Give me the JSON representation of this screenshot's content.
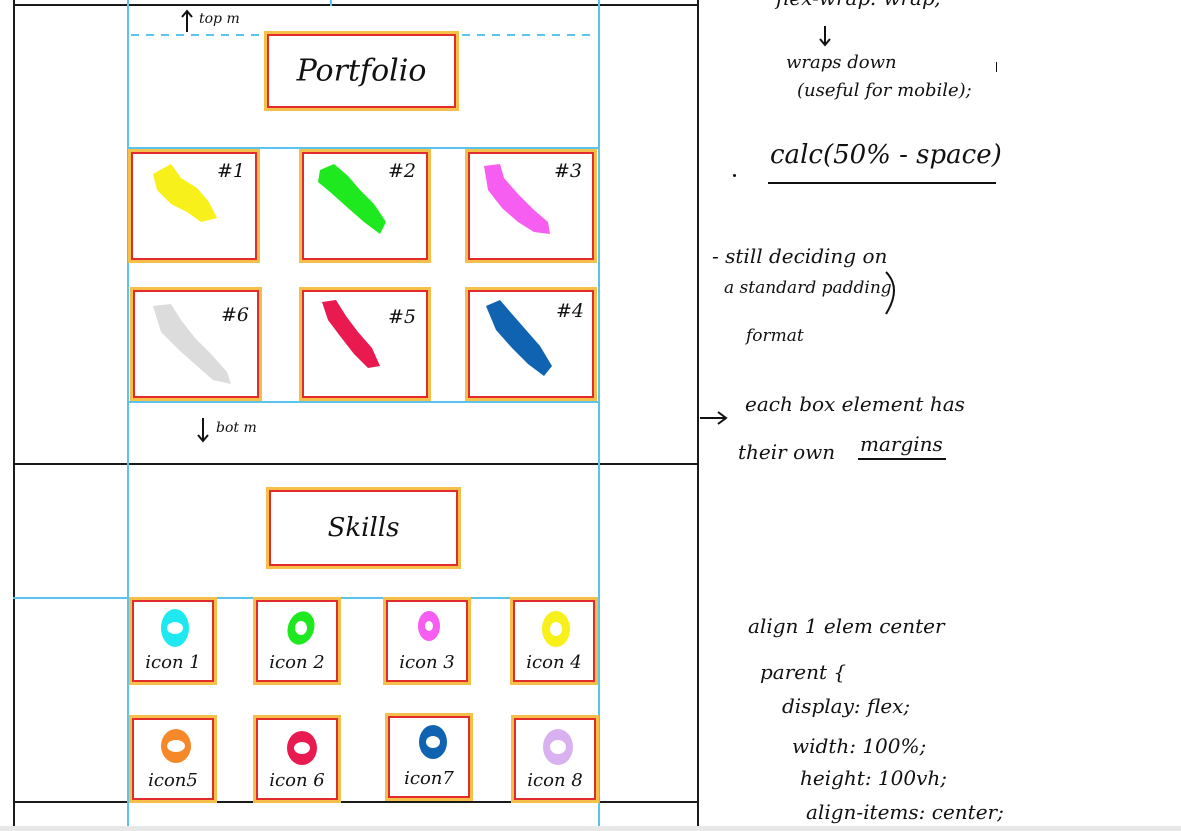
{
  "wireframe": {
    "top_margin_label": "top m",
    "bottom_margin_label": "bot m",
    "portfolio_title": "Portfolio",
    "skills_title": "Skills",
    "portfolio_items": [
      {
        "tag": "#1",
        "color": "#f7f01a"
      },
      {
        "tag": "#2",
        "color": "#1ee81e"
      },
      {
        "tag": "#3",
        "color": "#f55ef0"
      },
      {
        "tag": "#6",
        "color": "#dcdcdc"
      },
      {
        "tag": "#5",
        "color": "#e81a50"
      },
      {
        "tag": "#4",
        "color": "#0f63b0"
      }
    ],
    "skill_icons": [
      {
        "label": "icon 1",
        "color": "#1ee8f0"
      },
      {
        "label": "icon 2",
        "color": "#1ee81e"
      },
      {
        "label": "icon 3",
        "color": "#f55ef0"
      },
      {
        "label": "icon 4",
        "color": "#f7f01a"
      },
      {
        "label": "icon5",
        "color": "#f5892a"
      },
      {
        "label": "icon 6",
        "color": "#e81a50"
      },
      {
        "label": "icon7",
        "color": "#0f63b0"
      },
      {
        "label": "icon 8",
        "color": "#d9b0f0"
      }
    ]
  },
  "notes": {
    "flex_wrap": "flex-wrap: wrap;",
    "wraps_down": "wraps down",
    "useful_mobile": "(useful for mobile);",
    "calc": "calc(50% - space)",
    "padding_1": "- still deciding on",
    "padding_2": "a standard padding",
    "padding_3": "format",
    "margins_1": "each box element has",
    "margins_2": "their own",
    "margins_3": "margins",
    "align_title": "align 1 elem center",
    "parent": "parent {",
    "css_1": "display: flex;",
    "css_2": "width: 100%;",
    "css_3": "height: 100vh;",
    "css_4": "align-items: center;"
  },
  "colors": {
    "box_border": "#e22b2b",
    "box_outline": "#f5c04a",
    "guide_blue": "#5bc4ec",
    "ink": "#111111"
  }
}
